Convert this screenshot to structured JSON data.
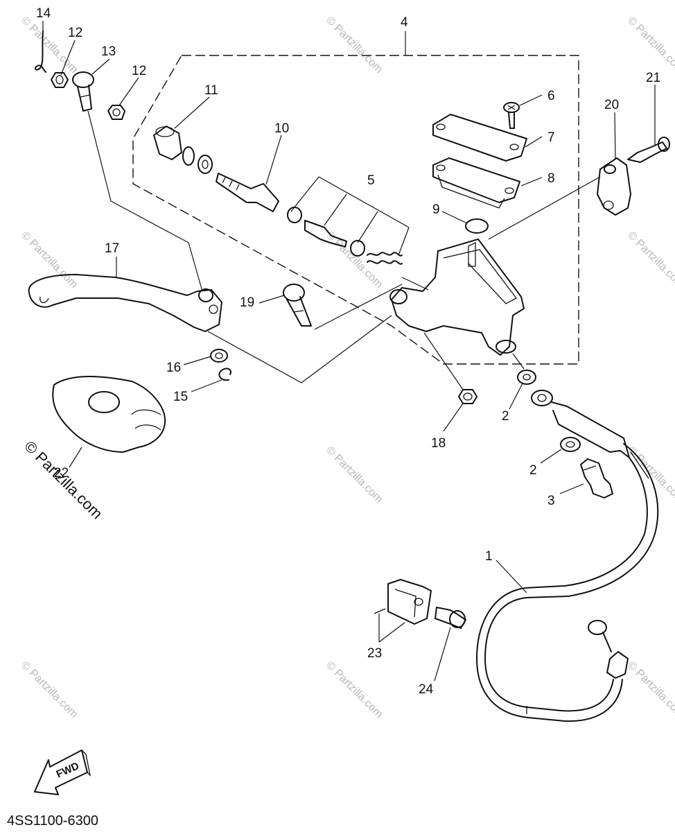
{
  "diagram": {
    "callouts": {
      "p1": "1",
      "p2a": "2",
      "p2b": "2",
      "p3": "3",
      "p4": "4",
      "p5": "5",
      "p6": "6",
      "p7": "7",
      "p8": "8",
      "p9": "9",
      "p10": "10",
      "p11": "11",
      "p12a": "12",
      "p12b": "12",
      "p13": "13",
      "p14": "14",
      "p15": "15",
      "p16": "16",
      "p17": "17",
      "p18": "18",
      "p19": "19",
      "p20": "20",
      "p21": "21",
      "p22": "22",
      "p23": "23",
      "p24": "24"
    },
    "diagram_code": "4SS1100-6300",
    "direction_label": "FWD",
    "watermark": "© Partzilla.com"
  }
}
